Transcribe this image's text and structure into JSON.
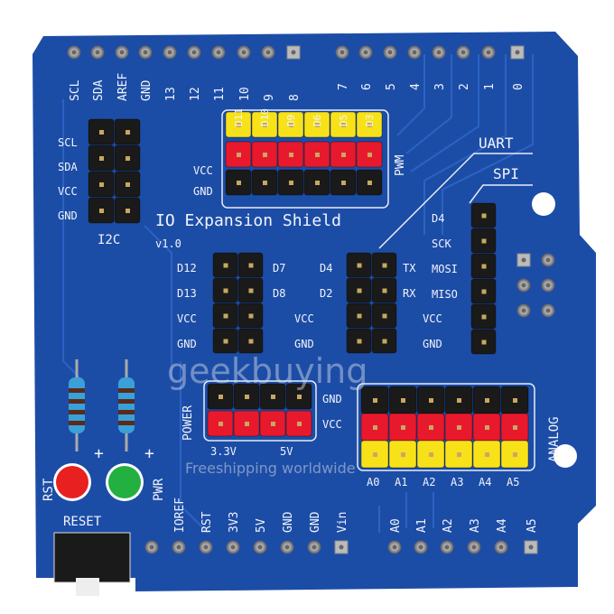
{
  "board": {
    "title": "IO Expansion Shield",
    "version": "v1.0",
    "pcb_color": "#1c4da6",
    "top_left_pins": [
      "SCL",
      "SDA",
      "AREF",
      "GND",
      "13",
      "12",
      "11",
      "10",
      "9",
      "8"
    ],
    "top_right_pins": [
      "7",
      "6",
      "5",
      "4",
      "3",
      "2",
      "1",
      "0"
    ],
    "i2c": {
      "label": "I2C",
      "rows": [
        "SCL",
        "SDA",
        "VCC",
        "GND"
      ]
    },
    "pwm": {
      "label": "PWM",
      "pins": [
        "D11",
        "D10",
        "D9",
        "D6",
        "D5",
        "D3"
      ],
      "vcc": "VCC",
      "gnd": "GND"
    },
    "uart_label": "UART",
    "spi_label": "SPI",
    "digital": {
      "left": [
        "D12",
        "D13",
        "VCC",
        "GND"
      ],
      "right": [
        "D7",
        "D8",
        "VCC",
        "GND"
      ]
    },
    "uart": {
      "left": [
        "D4",
        "D2"
      ],
      "right": [
        "TX",
        "RX",
        "VCC",
        "GND"
      ]
    },
    "spi": {
      "rows": [
        "D4",
        "SCK",
        "MOSI",
        "MISO"
      ]
    },
    "power": {
      "label": "POWER",
      "gnd": "GND",
      "vcc": "VCC",
      "v33": "3.3V",
      "v5": "5V"
    },
    "analog": {
      "label": "ANALOG",
      "pins": [
        "A0",
        "A1",
        "A2",
        "A3",
        "A4",
        "A5"
      ]
    },
    "leds": {
      "rst": "RST",
      "pwr": "PWR",
      "plus": "+"
    },
    "reset_label": "RESET",
    "bottom_left_pins": [
      "IOREF",
      "RST",
      "3V3",
      "5V",
      "GND",
      "GND",
      "Vin"
    ],
    "bottom_right_pins": [
      "A0",
      "A1",
      "A2",
      "A3",
      "A4",
      "A5"
    ]
  },
  "watermark": {
    "brand": "geekbuying",
    "tagline": "Freeshipping worldwide"
  },
  "colors": {
    "yellow": "#f7e21a",
    "red": "#e8192c",
    "black": "#1a1a1a",
    "led_red": "#e82020",
    "led_green": "#22b040"
  }
}
